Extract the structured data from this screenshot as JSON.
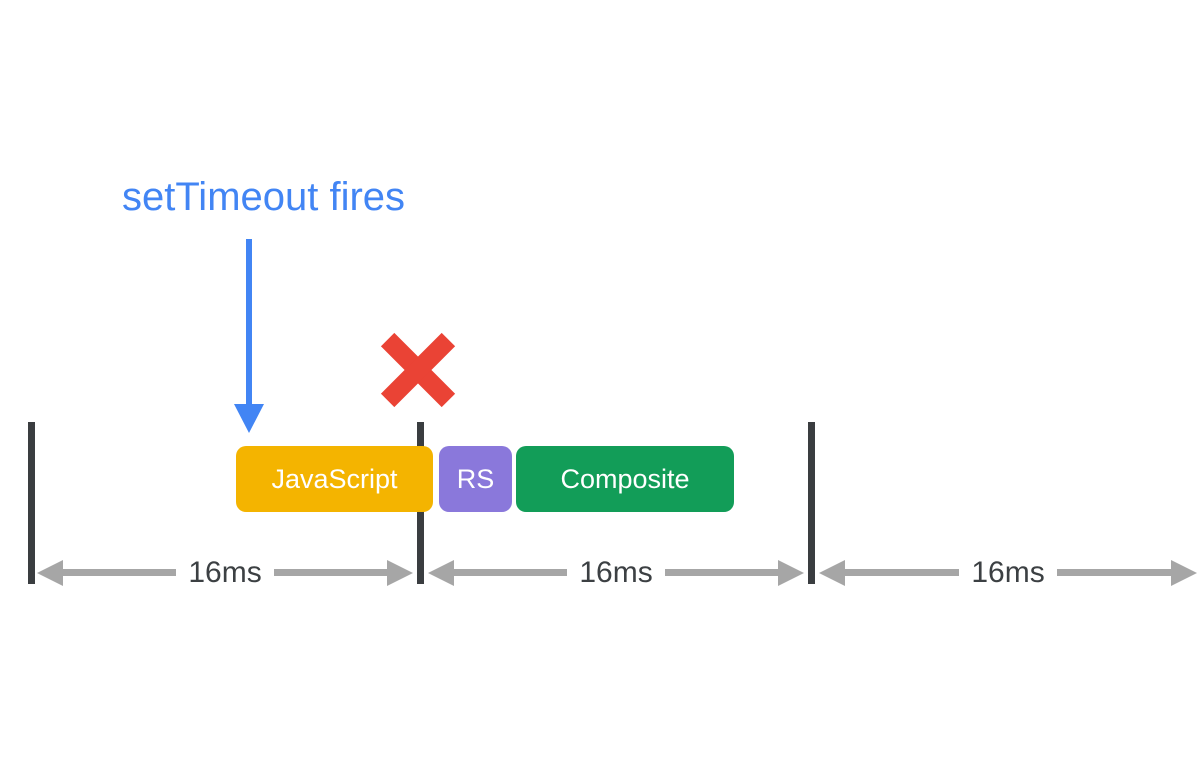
{
  "title": {
    "text": "setTimeout fires"
  },
  "colors": {
    "annotation_blue": "#4285F4",
    "missed_frame_red": "#EA4335",
    "javascript_yellow": "#F4B400",
    "recalc_styles_purple": "#8A78DB",
    "composite_green": "#129D58",
    "tick_dark_gray": "#3A3D40",
    "interval_arrow_gray": "#A6A6A6",
    "interval_label_gray": "#3C4043",
    "background": "#FFFFFF"
  },
  "icons": {
    "settimeout_arrow": "blue-down-arrow",
    "missed_frame": "red-cross"
  },
  "frame_blocks": [
    {
      "label": "JavaScript",
      "color": "#F4B400"
    },
    {
      "label": "RS",
      "color": "#8A78DB"
    },
    {
      "label": "Composite",
      "color": "#129D58"
    }
  ],
  "intervals": [
    {
      "label": "16ms"
    },
    {
      "label": "16ms"
    },
    {
      "label": "16ms"
    }
  ]
}
